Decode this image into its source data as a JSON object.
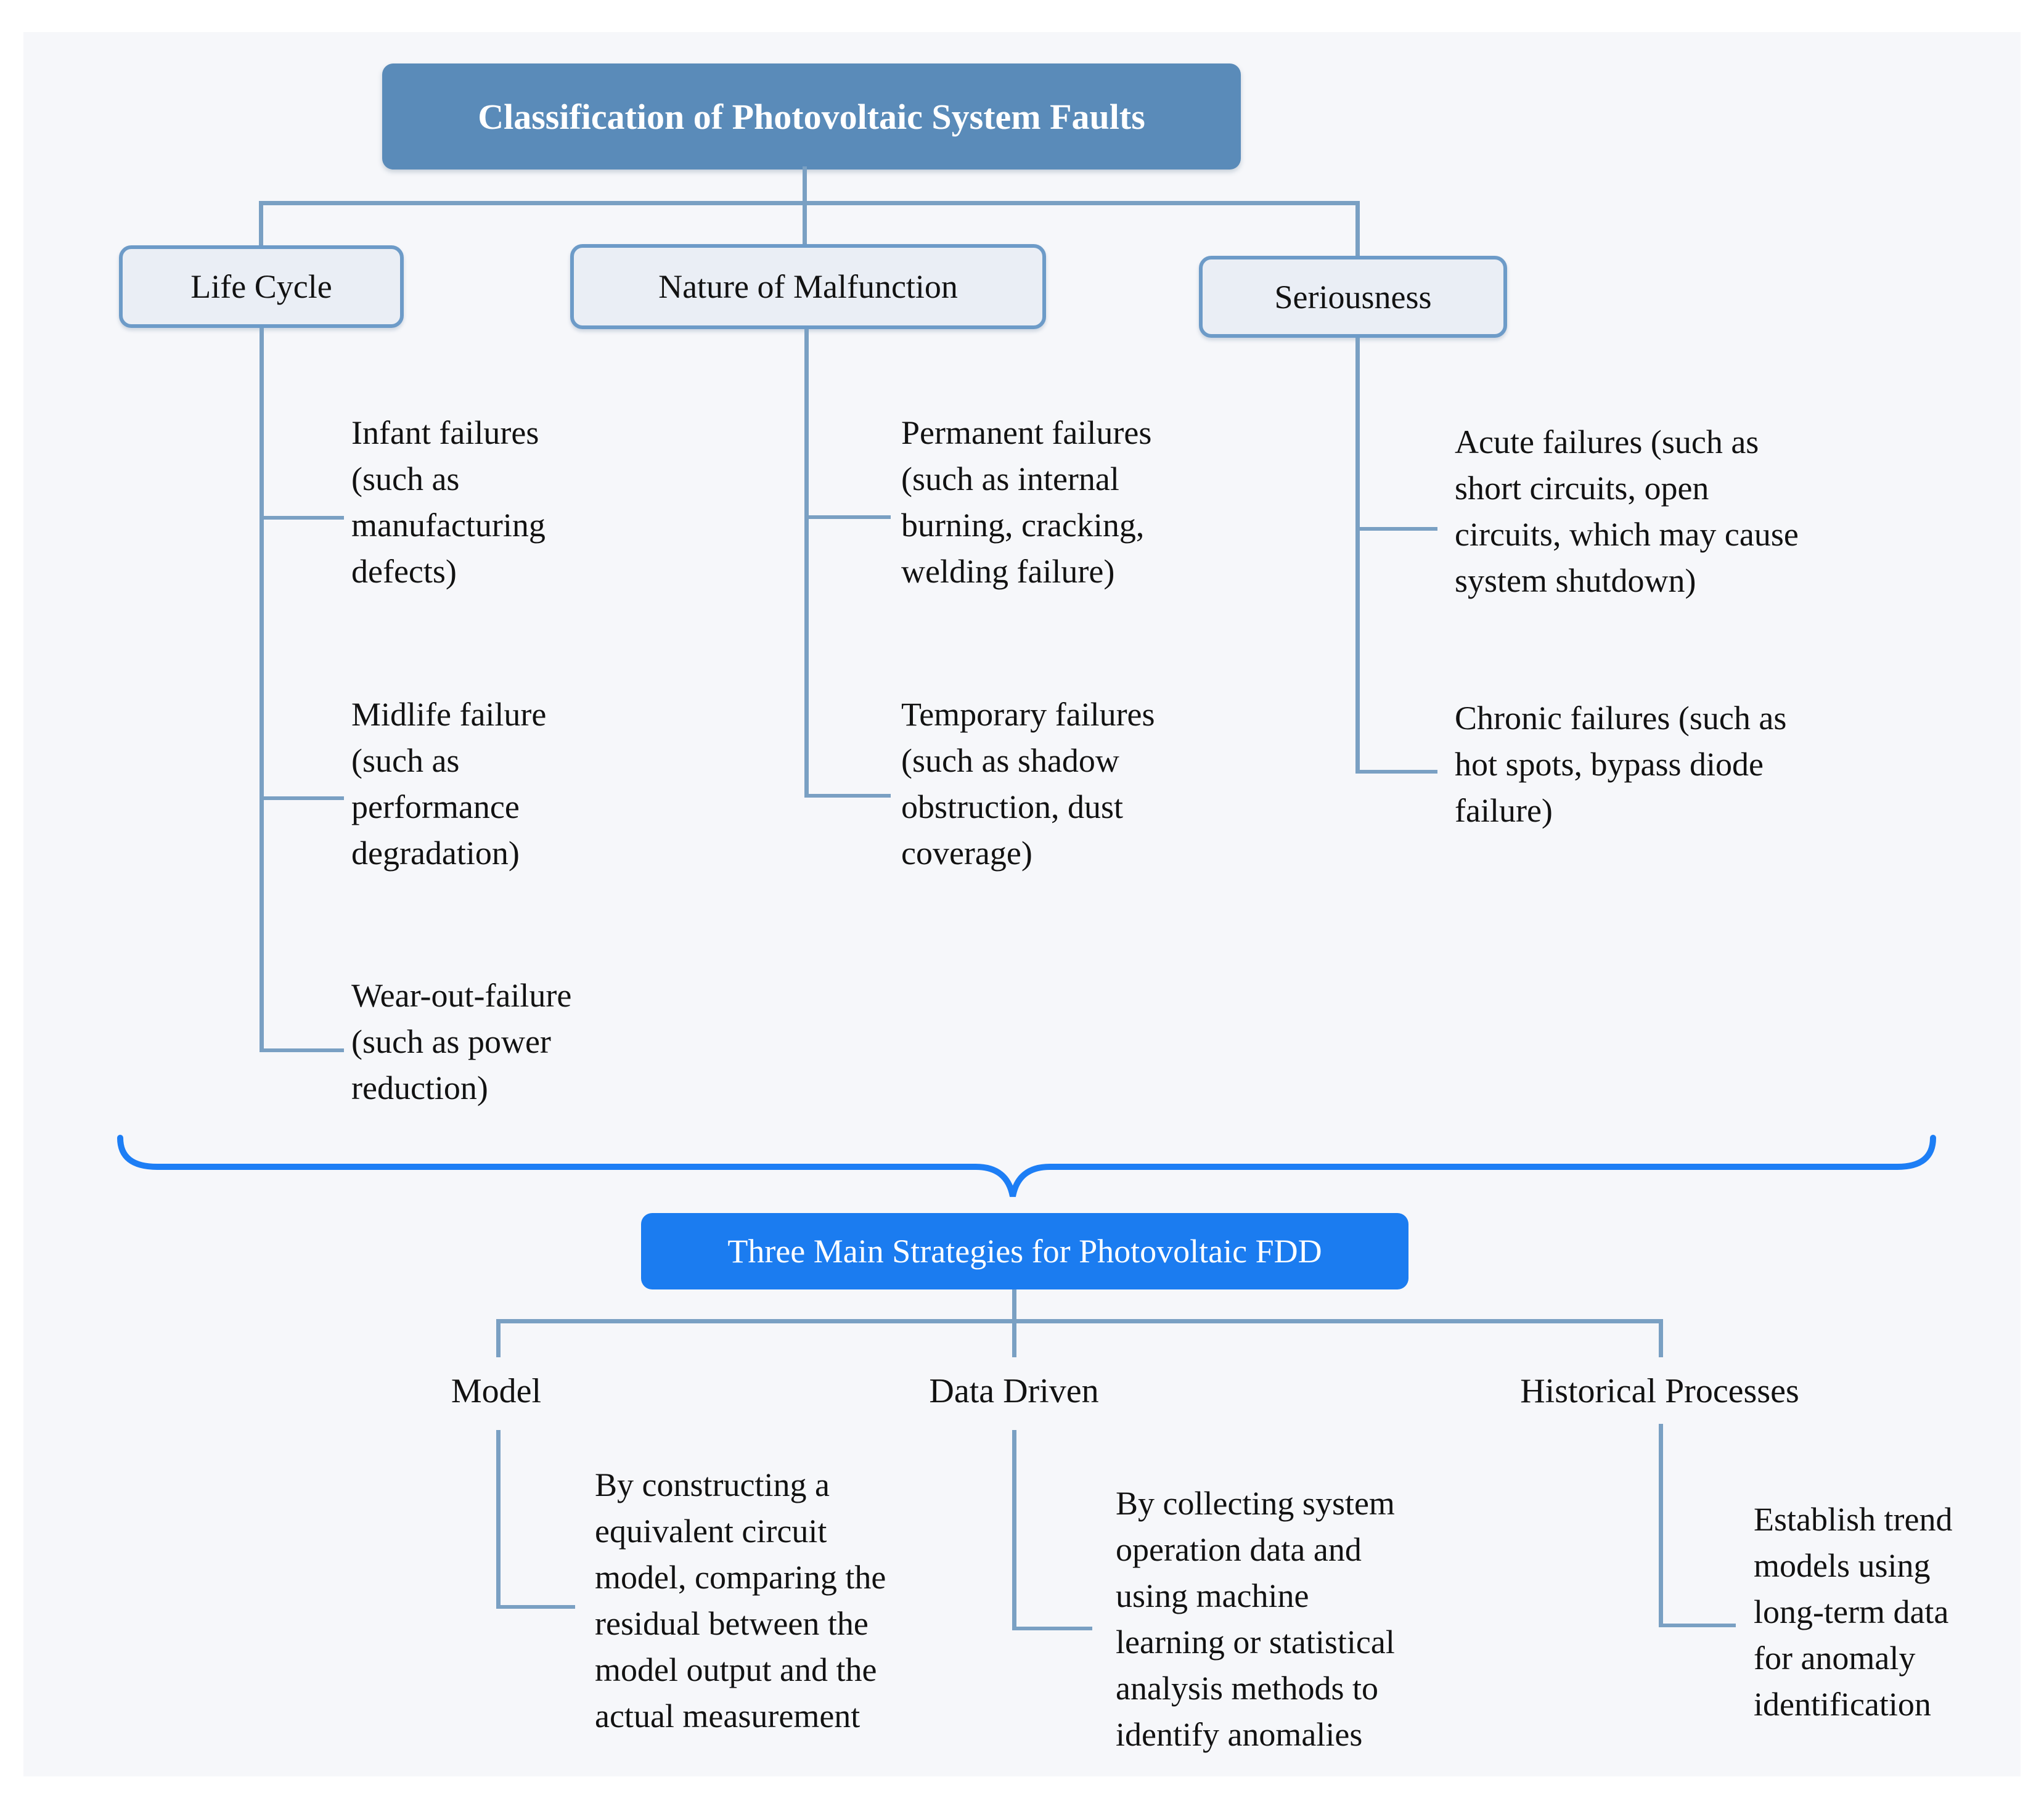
{
  "colors": {
    "root_box": "#5a8bb9",
    "branch_border": "#6d9bc8",
    "branch_fill": "#eaeef5",
    "connector_line": "#7aa0c3",
    "accent_blue": "#1b7cf0",
    "panel_background": "#f6f7fa",
    "text": "#121212"
  },
  "root": {
    "title": "Classification of Photovoltaic System Faults"
  },
  "categories": [
    {
      "label": "Life Cycle",
      "items": [
        "Infant failures\n(such as\nmanufacturing\ndefects)",
        "Midlife failure\n(such as\nperformance\ndegradation)",
        "Wear-out-failure\n(such as power\nreduction)"
      ]
    },
    {
      "label": "Nature of Malfunction",
      "items": [
        "Permanent failures\n(such as internal\nburning, cracking,\nwelding failure)",
        "Temporary failures\n(such as shadow\nobstruction, dust\ncoverage)"
      ]
    },
    {
      "label": "Seriousness",
      "items": [
        "Acute failures (such as\nshort circuits, open\ncircuits, which may cause\nsystem shutdown)",
        "Chronic failures (such as\nhot spots, bypass diode\nfailure)"
      ]
    }
  ],
  "strategies_root": {
    "title": "Three Main Strategies for Photovoltaic FDD"
  },
  "strategies": [
    {
      "label": "Model",
      "description": "By constructing a\nequivalent circuit\nmodel, comparing the\nresidual between the\nmodel output and the\nactual measurement"
    },
    {
      "label": "Data Driven",
      "description": "By collecting system\noperation data and\nusing machine\nlearning or statistical\nanalysis methods to\nidentify anomalies"
    },
    {
      "label": "Historical Processes",
      "description": "Establish trend\nmodels using\nlong-term data\nfor anomaly\nidentification"
    }
  ]
}
